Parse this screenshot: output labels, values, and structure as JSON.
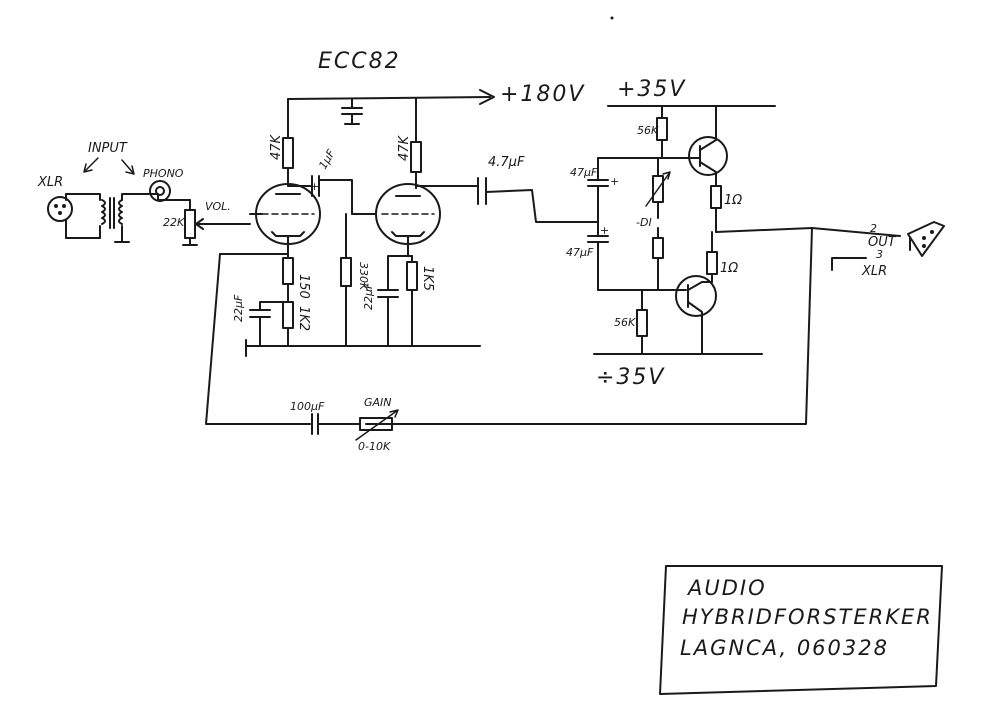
{
  "labels": {
    "tube": "ECC82",
    "hv_supply": "+180V",
    "pos_rail": "+35V",
    "neg_rail": "÷35V",
    "input": "INPUT",
    "xlr_in": "XLR",
    "phono": "PHONO",
    "volume": "VOL.",
    "pot_22k": "22K",
    "r_47k_a": "47K",
    "r_47k_b": "47K",
    "c_1uf": "1μF",
    "c_4_7uf": "4.7μF",
    "r_150": "150",
    "r_1k2": "1K2",
    "c_22uf_a": "22μF",
    "r_330k": "330K",
    "r_1k5": "1K5",
    "c_22uf_b": "22μF",
    "r_56k_top": "56K",
    "r_56k_bot": "56K",
    "c_47uf_top": "47μF",
    "c_47uf_bot": "47μF",
    "r_1ohm_top": "1Ω",
    "r_1ohm_bot": "1Ω",
    "diode_lbl": "-DI",
    "out": "OUT",
    "pin2": "2",
    "pin3": "3",
    "xlr_out": "XLR",
    "c_100uf": "100μF",
    "gain": "GAIN",
    "gain_range": "0-10K"
  },
  "title_block": {
    "line1": "AUDIO",
    "line2": "HYBRIDFORSTERKER",
    "line3": "LAGNCA, 060328"
  }
}
